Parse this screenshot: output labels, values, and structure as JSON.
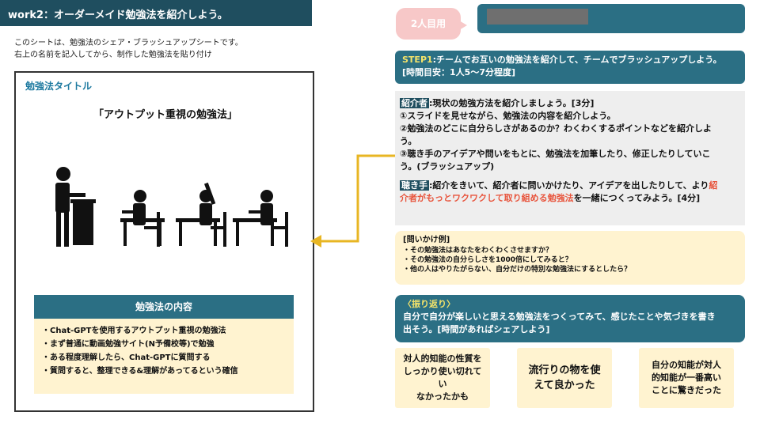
{
  "header": {
    "title": "work2：オーダーメイド勉強法を紹介しよう。"
  },
  "intro": {
    "line1": "このシートは、勉強法のシェア・ブラッシュアップシートです。",
    "line2": "右上の名前を記入してから、制作した勉強法を貼り付け"
  },
  "sheet": {
    "label": "勉強法タイトル",
    "title": "「アウトプット重視の勉強法」",
    "content_heading": "勉強法の内容",
    "content_items": [
      "・Chat-GPTを使用するアウトプット重視の勉強法",
      "・まず普通に動画勉強サイト(N予備校等)で勉強",
      "・ある程度理解したら、Chat-GPTに質問する",
      "・質問すると、整理できる&理解があってるという確信"
    ]
  },
  "tag": {
    "label": "2人目用"
  },
  "step1": {
    "prefix": "STEP1",
    "line1": ":チームでお互いの勉強法を紹介して、チームでブラッシュアップしよう。",
    "line2": "[時間目安：1人5〜7分程度]"
  },
  "presenter": {
    "badge": "紹介者",
    "line1": ":現状の勉強方法を紹介しましょう。[3分]",
    "line2": "①スライドを見せながら、勉強法の内容を紹介しよう。",
    "line3": "②勉強法のどこに自分らしさがあるのか？わくわくするポイントなどを紹介しよ",
    "line4": "う。",
    "line5": "③聴き手のアイデアや問いをもとに、勉強法を加筆したり、修正したりしていこ",
    "line6": "う。(ブラッシュアップ)"
  },
  "listener": {
    "badge": "聴き手",
    "line1": ":紹介をきいて、紹介者に問いかけたり、アイデアを出したりして、より",
    "line1_red": "紹",
    "line2_red": "介者がもっとワクワクして取り組める勉強法",
    "line2": "を一緒につくってみよう。[4分]"
  },
  "questions": {
    "title": "[問いかけ例]",
    "items": [
      "・その勉強法はあなたをわくわくさせますか？",
      "・その勉強法の自分らしさを1000倍にしてみると？",
      "・他の人はやりたがらない、自分だけの特別な勉強法にするとしたら？"
    ]
  },
  "reflection": {
    "title": "〈振り返り〉",
    "line1": "自分で自分が楽しいと思える勉強法をつくってみて、感じたことや気づきを書き",
    "line2": "出そう。[時間があればシェアしよう]"
  },
  "notes": [
    "対人的知能の性質を\nしっかり使い切れてい\nなかったかも",
    "流行りの物を使\nえて良かった",
    "自分の知能が対人\n的知能が一番高い\nことに驚きだった"
  ],
  "colors": {
    "header": "#1f4e5f",
    "teal": "#2b6f84",
    "accent_blue": "#1e7aa0",
    "cream": "#fff3d0",
    "pink": "#f7c8c8",
    "yellow_text": "#f4e36a",
    "red_text": "#e8543c",
    "arrow": "#e8b623"
  }
}
